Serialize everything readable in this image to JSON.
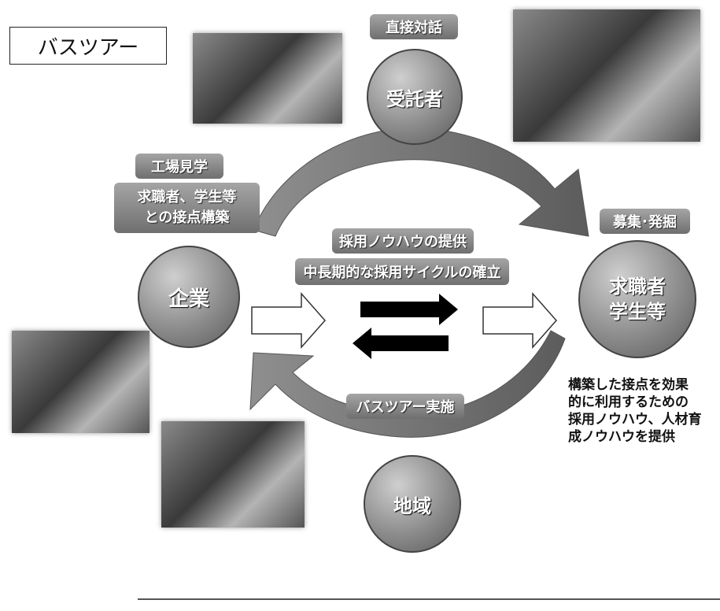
{
  "title": "バスツアー",
  "nodes": {
    "top": "受託者",
    "left": "企業",
    "right_line1": "求職者",
    "right_line2": "学生等",
    "bottom": "地域"
  },
  "tags": {
    "top": "直接対話",
    "left_top": "工場見学",
    "left_bottom_line1": "求職者、学生等",
    "left_bottom_line2": "との接点構築",
    "center_top": "採用ノウハウの提供",
    "center_bottom": "中長期的な採用サイクルの確立",
    "right": "募集･発掘",
    "bottom": "バスツアー実施"
  },
  "note": {
    "line1": "構築した接点を効果",
    "line2": "的に利用するための",
    "line3": "採用ノウハウ、人材育",
    "line4": "成ノウハウを提供"
  }
}
